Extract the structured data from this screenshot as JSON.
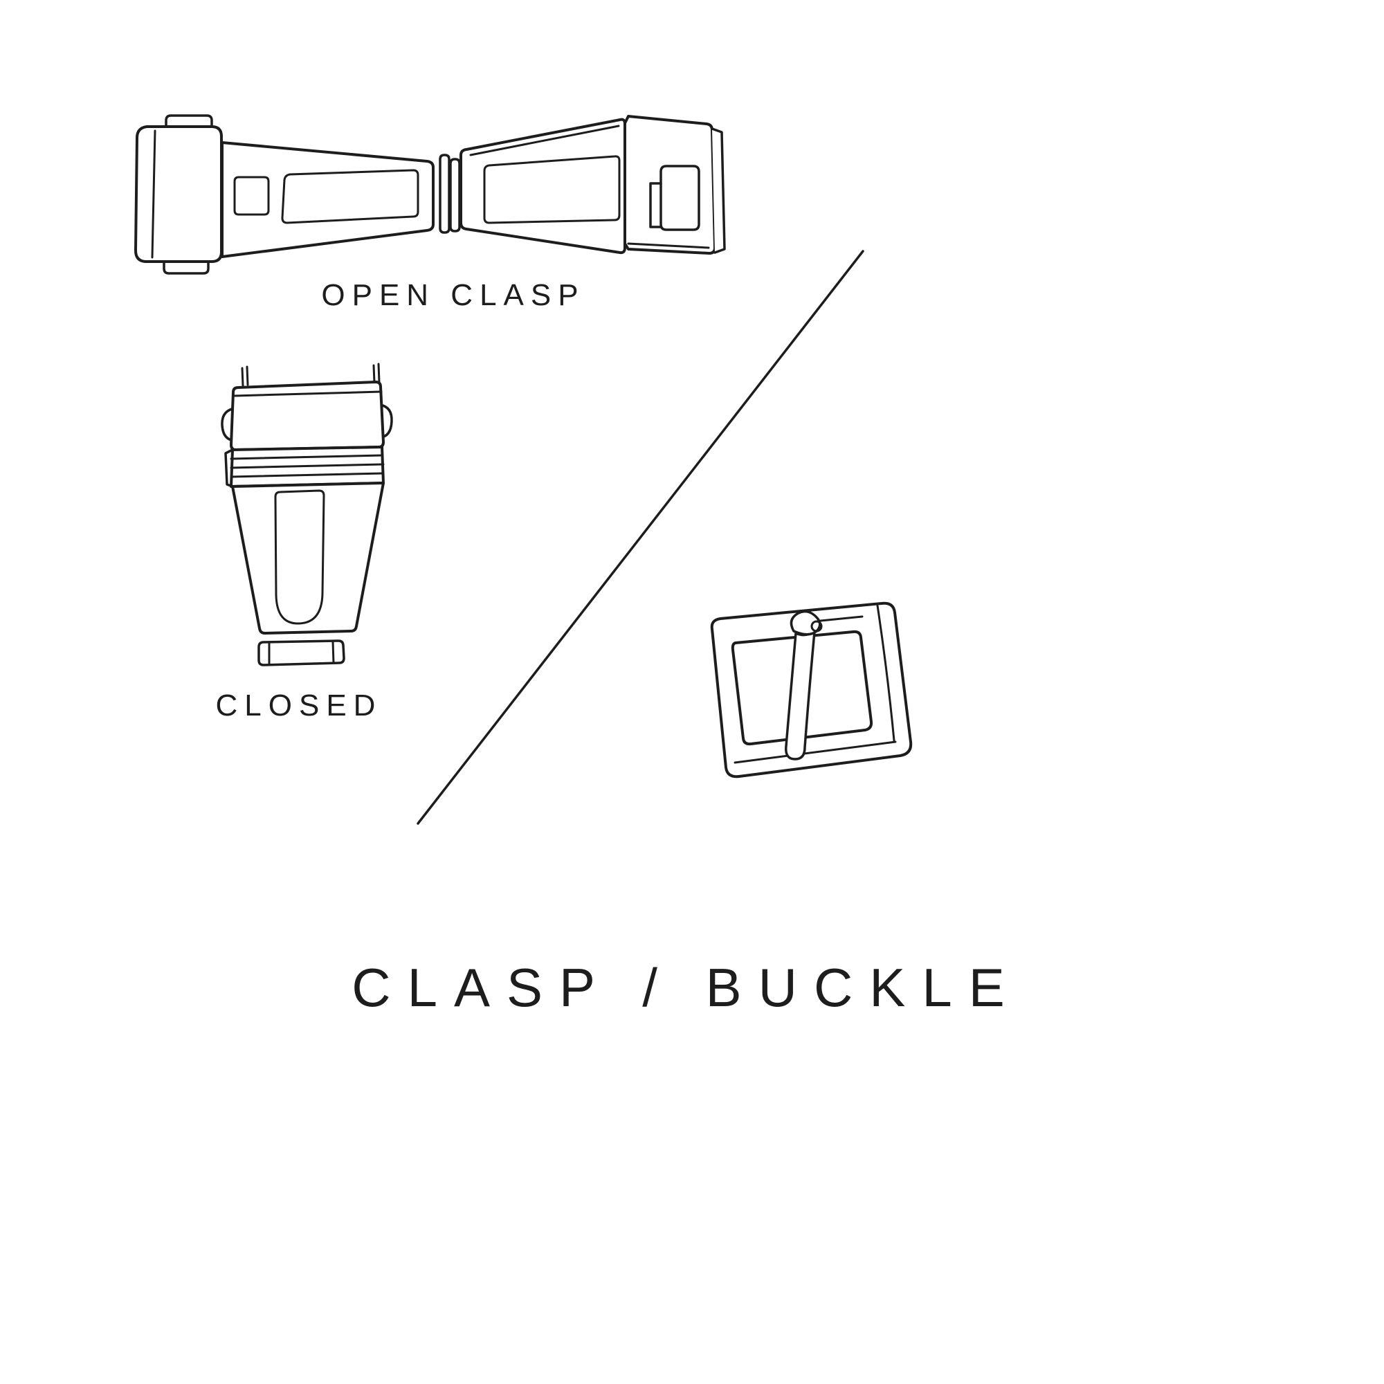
{
  "diagram": {
    "title": "CLASP / BUCKLE",
    "labels": {
      "open_clasp": "OPEN CLASP",
      "closed": "CLOSED"
    },
    "illustrations": [
      {
        "name": "open-clasp-illustration",
        "description": "deployant watch clasp shown open, top view"
      },
      {
        "name": "closed-clasp-illustration",
        "description": "deployant watch clasp shown closed, top view"
      },
      {
        "name": "tang-buckle-illustration",
        "description": "watch strap tang buckle with pin, perspective view"
      }
    ],
    "divider": "diagonal line separating clasp drawings from buckle drawing"
  },
  "colors": {
    "ink": "#1d1d1d",
    "background": "#ffffff"
  }
}
